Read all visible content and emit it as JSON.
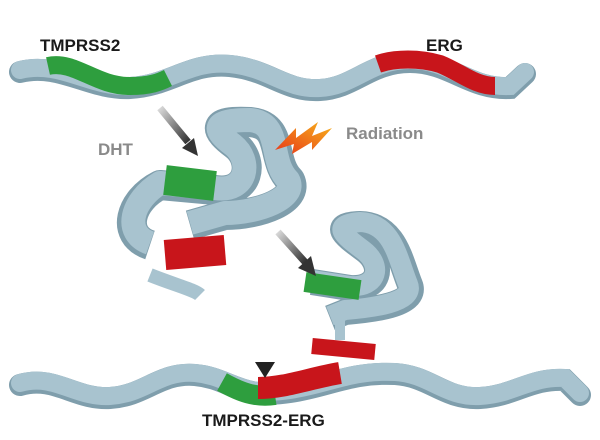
{
  "labels": {
    "gene_a": "TMPRSS2",
    "gene_b": "ERG",
    "dht": "DHT",
    "radiation": "Radiation",
    "fusion": "TMPRSS2-ERG"
  },
  "colors": {
    "dna": "#a8c3cf",
    "dna_dark": "#7f9eac",
    "gene_a": "#2e9e3e",
    "gene_b": "#c8151b",
    "arrow": "#555555",
    "radiation": "#f07f1a",
    "label_dark": "#1a1a1a",
    "label_grey": "#8a8a8a"
  },
  "icons": [
    "arrow-icon",
    "lightning-bolt-icon"
  ]
}
